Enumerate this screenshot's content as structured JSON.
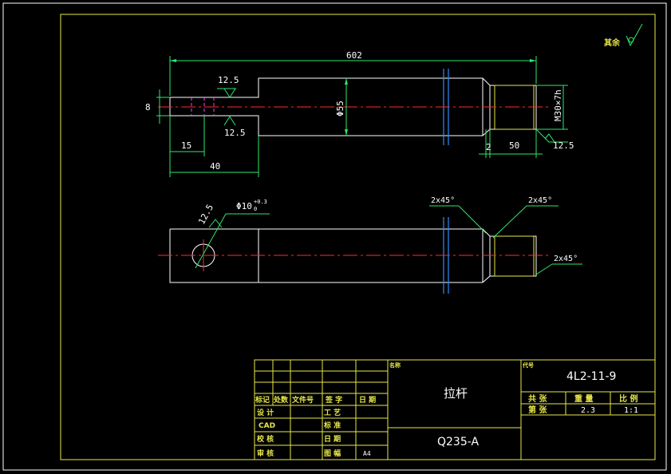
{
  "finish_note": {
    "text": "其余"
  },
  "dimensions": {
    "total_length": "602",
    "slot_height": "8",
    "roughness_top": "12.5",
    "roughness_bottom": "12.5",
    "diameter_main": "Φ55",
    "thread_spec": "M30×7h",
    "length_15": "15",
    "length_40": "40",
    "length_2": "2",
    "length_50": "50",
    "roughness_thread": "12.5",
    "roughness_hole": "12.5",
    "hole_diameter": "Φ10",
    "hole_tol_upper": "+0.3",
    "hole_tol_lower": "0",
    "chamfer_1": "2x45°",
    "chamfer_2": "2x45°",
    "chamfer_3": "2x45°"
  },
  "title_block": {
    "header_labels": [
      "标记",
      "处数",
      "文件号",
      "签 字",
      "日 期"
    ],
    "row_labels": [
      "设 计",
      "CAD",
      "校 核",
      "审 核"
    ],
    "col2_labels": [
      "工 艺",
      "标 准",
      "日 期",
      "图 幅"
    ],
    "paper_size": "A4",
    "name_label": "名称",
    "part_name": "拉杆",
    "material": "Q235-A",
    "code_label": "代号",
    "drawing_number": "4L2-11-9",
    "info_headers": [
      "共 张",
      "重 量",
      "比 例"
    ],
    "sheet_label": "第 张",
    "weight": "2.3",
    "scale": "1:1"
  },
  "colors": {
    "outline": "#ffffff",
    "frame": "#e8e84a",
    "dimension": "#2ee86c",
    "centerline": "#ff2a2a",
    "hidden": "#ff3cff",
    "section": "#2f8cff"
  }
}
